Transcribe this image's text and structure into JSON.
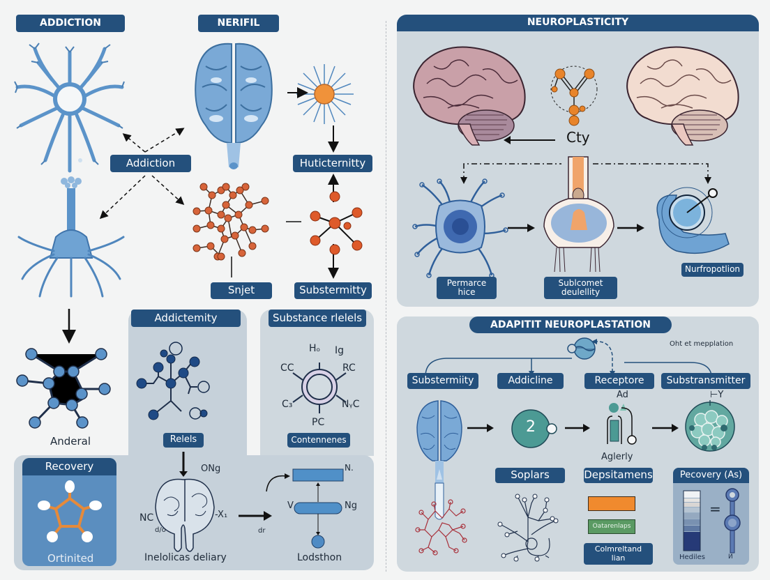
{
  "left_section": {
    "title_addiction": "ADDICTION",
    "title_nerifil": "NERIFIL",
    "addiction_label": "Addiction",
    "hucticemity_label": "Huticternitty",
    "snjet_label": "Snjet",
    "substermitty_label": "Substermitty",
    "anderal_caption": "Anderal",
    "addictemity_panel": {
      "title": "Addictemity",
      "footer": "Relels"
    },
    "substance_panel": {
      "title": "Substance rlelels",
      "footer": "Contennenes",
      "atoms": [
        "Hₒ",
        "Ig",
        "RC",
        "CC",
        "C₃",
        "NᵧC",
        "PC"
      ]
    },
    "recovery_panel": {
      "title": "Recovery",
      "footer": "Ortinited"
    },
    "brain_diagram": {
      "annotations": [
        "ONg",
        "-X₁",
        "NC",
        "d/o"
      ],
      "caption": "Inelolicas deliary"
    },
    "flow_diagram": {
      "annotations": [
        "N.",
        "V",
        "Ng",
        "dr"
      ],
      "caption": "Lodsthon"
    }
  },
  "neuroplasticity_panel": {
    "title": "NEUROPLASTICITY",
    "center_text": "Cty",
    "labels": [
      {
        "text": "Permarce\nhice"
      },
      {
        "text": "Sublcomet\ndeulellity"
      },
      {
        "text": "Nurfropotlion"
      }
    ]
  },
  "adaptive_panel": {
    "title": "ADAPITIT NEUROPLASTATION",
    "annotation": "Oht et mepplation",
    "categories": [
      "Substermiity",
      "Addicline",
      "Receptore",
      "Substransmitter"
    ],
    "step_number": "2",
    "receptor_annotation": "Ad",
    "transmitter_annotation": "⊢Y",
    "agierly_caption": "Aglerly",
    "soplars_label": "Soplars",
    "depsitamens_label": "Depsitamens",
    "green_chip_label": "Oatarenlaps",
    "colorbar_label": "Colmreltand\nlian",
    "recovery_box": {
      "title": "Pecovery (As)",
      "scale_label": "Hediles",
      "equals": "=",
      "probe_label": "И"
    }
  },
  "colors": {
    "label_bg": "#24507c",
    "panel_bg": "#cfd8de",
    "accent_blue": "#5b93c9",
    "accent_orange": "#e07a30",
    "teal": "#4c9a94",
    "green_chip": "#5a9a63",
    "orange_chip": "#f08a2e"
  }
}
